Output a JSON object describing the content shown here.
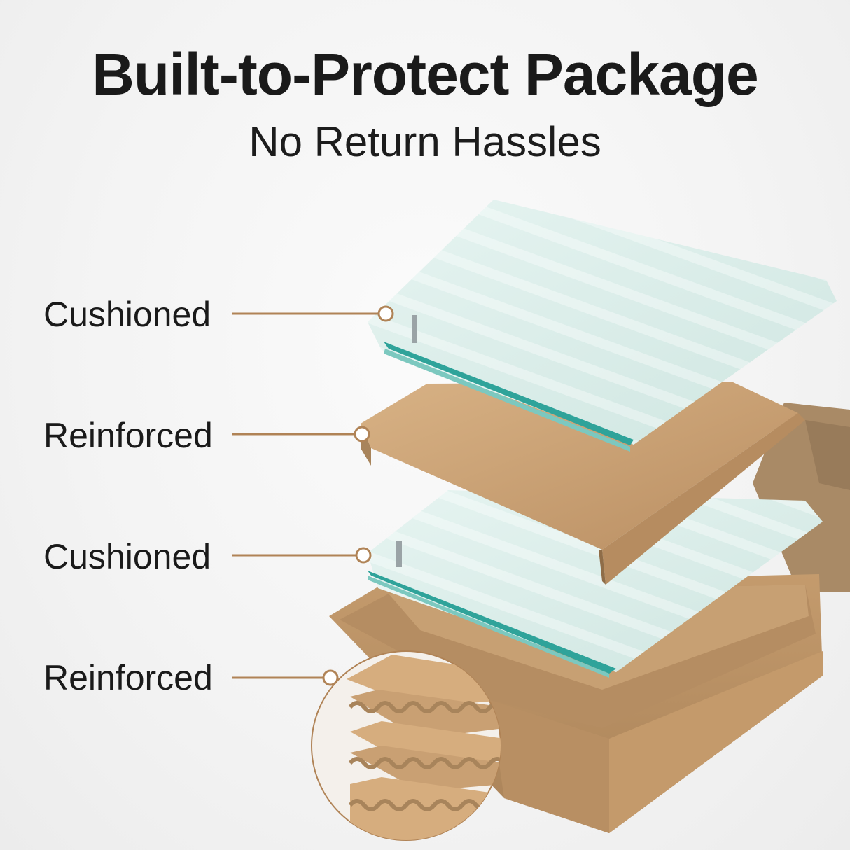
{
  "header": {
    "title": "Built-to-Protect Package",
    "subtitle": "No Return Hassles"
  },
  "layers": [
    {
      "label": "Cushioned"
    },
    {
      "label": "Reinforced"
    },
    {
      "label": "Cushioned"
    },
    {
      "label": "Reinforced"
    }
  ],
  "colors": {
    "kraft": "#c9a073",
    "kraft_dark": "#a8845b",
    "foam": "#dbeeea",
    "glass_edge": "#2fa39a",
    "callout_line": "#b08356",
    "text": "#1a1a1a"
  }
}
